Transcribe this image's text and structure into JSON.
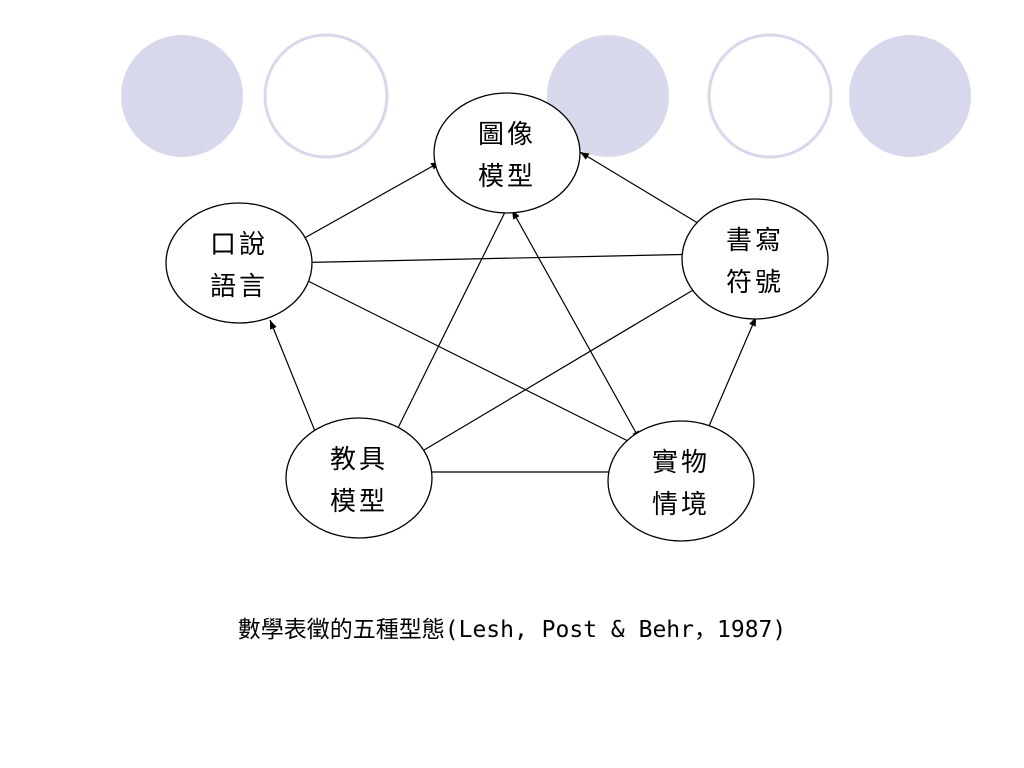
{
  "decoration": {
    "fill_color": "#d8d8ec",
    "outline_color": "#d8d8ec",
    "circles": [
      "filled",
      "outline",
      "filled",
      "outline",
      "filled"
    ]
  },
  "diagram": {
    "nodes": [
      {
        "id": "tuxiang",
        "lines": [
          "圖像",
          "模型"
        ]
      },
      {
        "id": "koushuo",
        "lines": [
          "口說",
          "語言"
        ]
      },
      {
        "id": "shuxie",
        "lines": [
          "書寫",
          "符號"
        ]
      },
      {
        "id": "jiaoju",
        "lines": [
          "教具",
          "模型"
        ]
      },
      {
        "id": "shiwu",
        "lines": [
          "實物",
          "情境"
        ]
      }
    ],
    "edges": [
      {
        "from": "tuxiang",
        "to": "koushuo",
        "bidirectional": true
      },
      {
        "from": "tuxiang",
        "to": "shuxie",
        "bidirectional": true
      },
      {
        "from": "tuxiang",
        "to": "jiaoju",
        "bidirectional": true
      },
      {
        "from": "tuxiang",
        "to": "shiwu",
        "bidirectional": true
      },
      {
        "from": "koushuo",
        "to": "shuxie",
        "bidirectional": true
      },
      {
        "from": "koushuo",
        "to": "jiaoju",
        "bidirectional": true
      },
      {
        "from": "koushuo",
        "to": "shiwu",
        "bidirectional": true
      },
      {
        "from": "shuxie",
        "to": "jiaoju",
        "bidirectional": true
      },
      {
        "from": "shuxie",
        "to": "shiwu",
        "bidirectional": true
      },
      {
        "from": "jiaoju",
        "to": "shiwu",
        "bidirectional": true
      }
    ]
  },
  "caption": "數學表徵的五種型態(Lesh, Post & Behr，1987)"
}
